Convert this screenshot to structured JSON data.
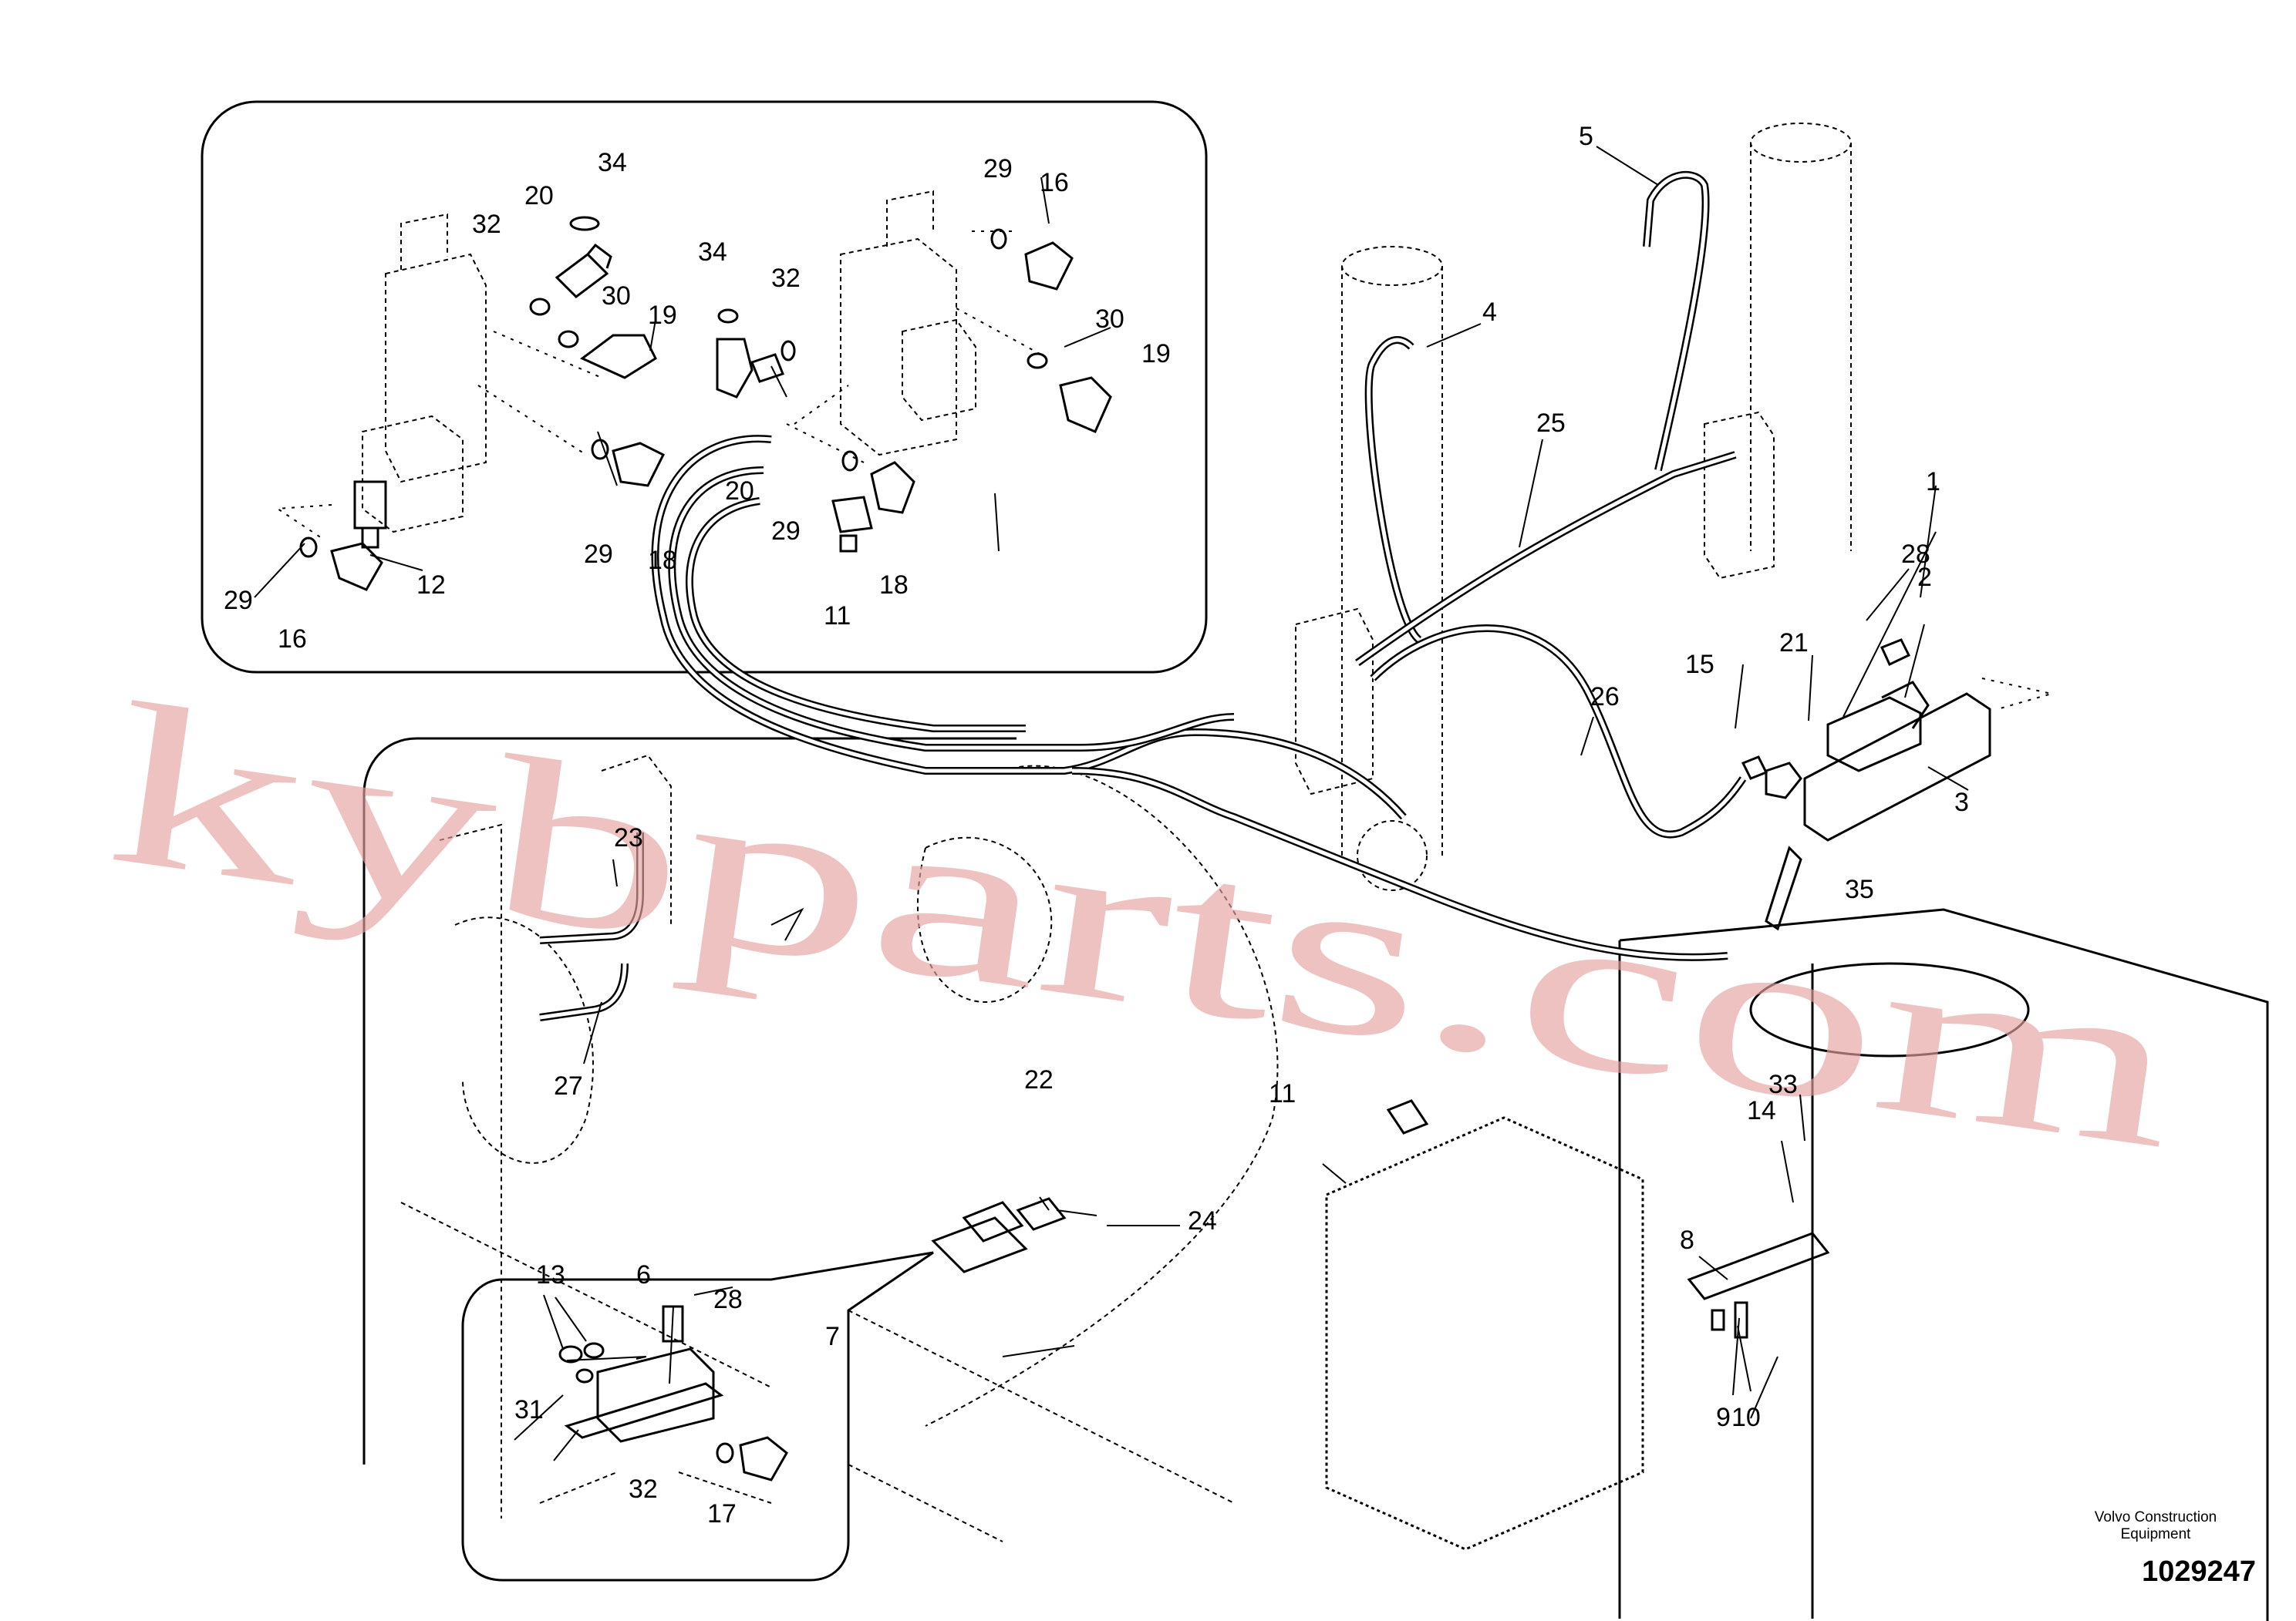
{
  "watermark": "kybparts.com",
  "callouts": {
    "c1": "1",
    "c2": "2",
    "c3": "3",
    "c4": "4",
    "c5": "5",
    "c6": "6",
    "c7": "7",
    "c8": "8",
    "c9": "9",
    "c10": "10",
    "c11": "11",
    "c12": "12",
    "c13": "13",
    "c14": "14",
    "c15": "15",
    "c16": "16",
    "c17": "17",
    "c18": "18",
    "c19": "19",
    "c20": "20",
    "c21": "21",
    "c22": "22",
    "c23": "23",
    "c24": "24",
    "c25": "25",
    "c26": "26",
    "c27": "27",
    "c28": "28",
    "c29": "29",
    "c30": "30",
    "c31": "31",
    "c32": "32",
    "c33": "33",
    "c34": "34",
    "c35": "35"
  },
  "credit": {
    "line1": "Volvo Construction",
    "line2": "Equipment",
    "drawing_number": "1029247"
  }
}
